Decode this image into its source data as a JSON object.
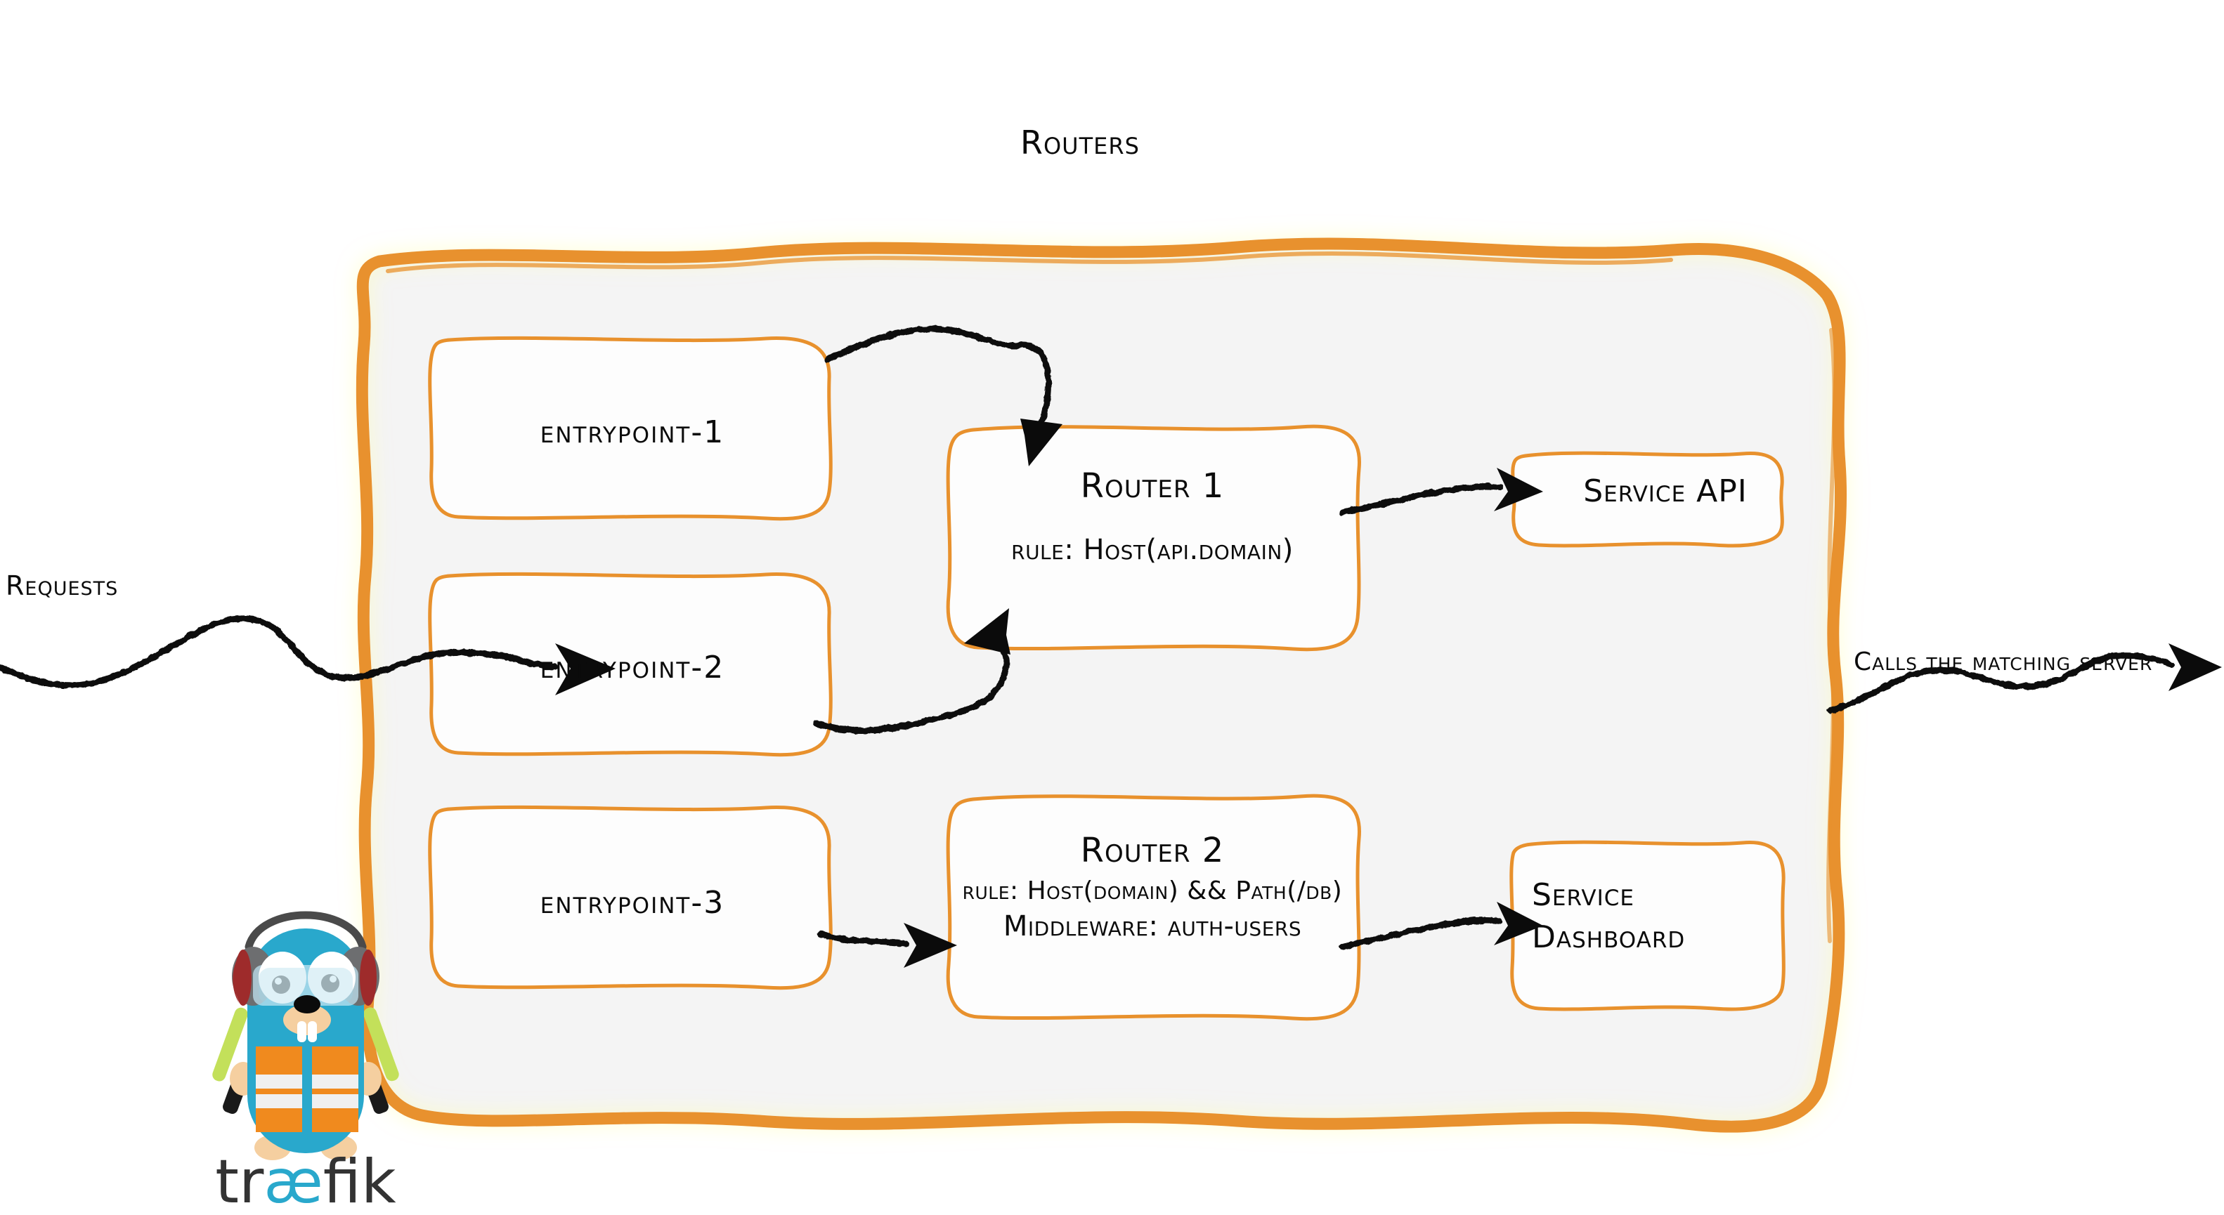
{
  "diagram": {
    "title": "Routers",
    "brand_color": "#e8912d",
    "ink_color": "#0b0b0b",
    "canvas_fill": "#f4f4f4"
  },
  "flow": {
    "inbound_label": "Requests",
    "outbound_label": "Calls the matching server"
  },
  "entrypoints": [
    {
      "label": "entrypoint-1"
    },
    {
      "label": "entrypoint-2"
    },
    {
      "label": "entrypoint-3"
    }
  ],
  "routers": [
    {
      "name": "Router 1",
      "lines": [
        "rule: Host(api.domain)"
      ]
    },
    {
      "name": "Router 2",
      "lines": [
        "rule: Host(domain) && Path(/db)",
        "Middleware: auth-users"
      ]
    }
  ],
  "services": [
    {
      "lines": [
        "Service API"
      ]
    },
    {
      "lines": [
        "Service",
        "Dashboard"
      ]
    }
  ],
  "logo": {
    "wordmark_prefix": "tr",
    "wordmark_ligature": "æ",
    "wordmark_suffix": "fik",
    "body_color": "#29a8cc",
    "vest_color": "#f08a1e",
    "stripe_color": "#f0f0f0",
    "wand_color": "#c3e05a",
    "headset_color": "#6d6e70",
    "headset_accent": "#9e2b2b",
    "muzzle_color": "#f5cfa0",
    "text_dark": "#333333",
    "text_accent": "#29a8cc"
  }
}
